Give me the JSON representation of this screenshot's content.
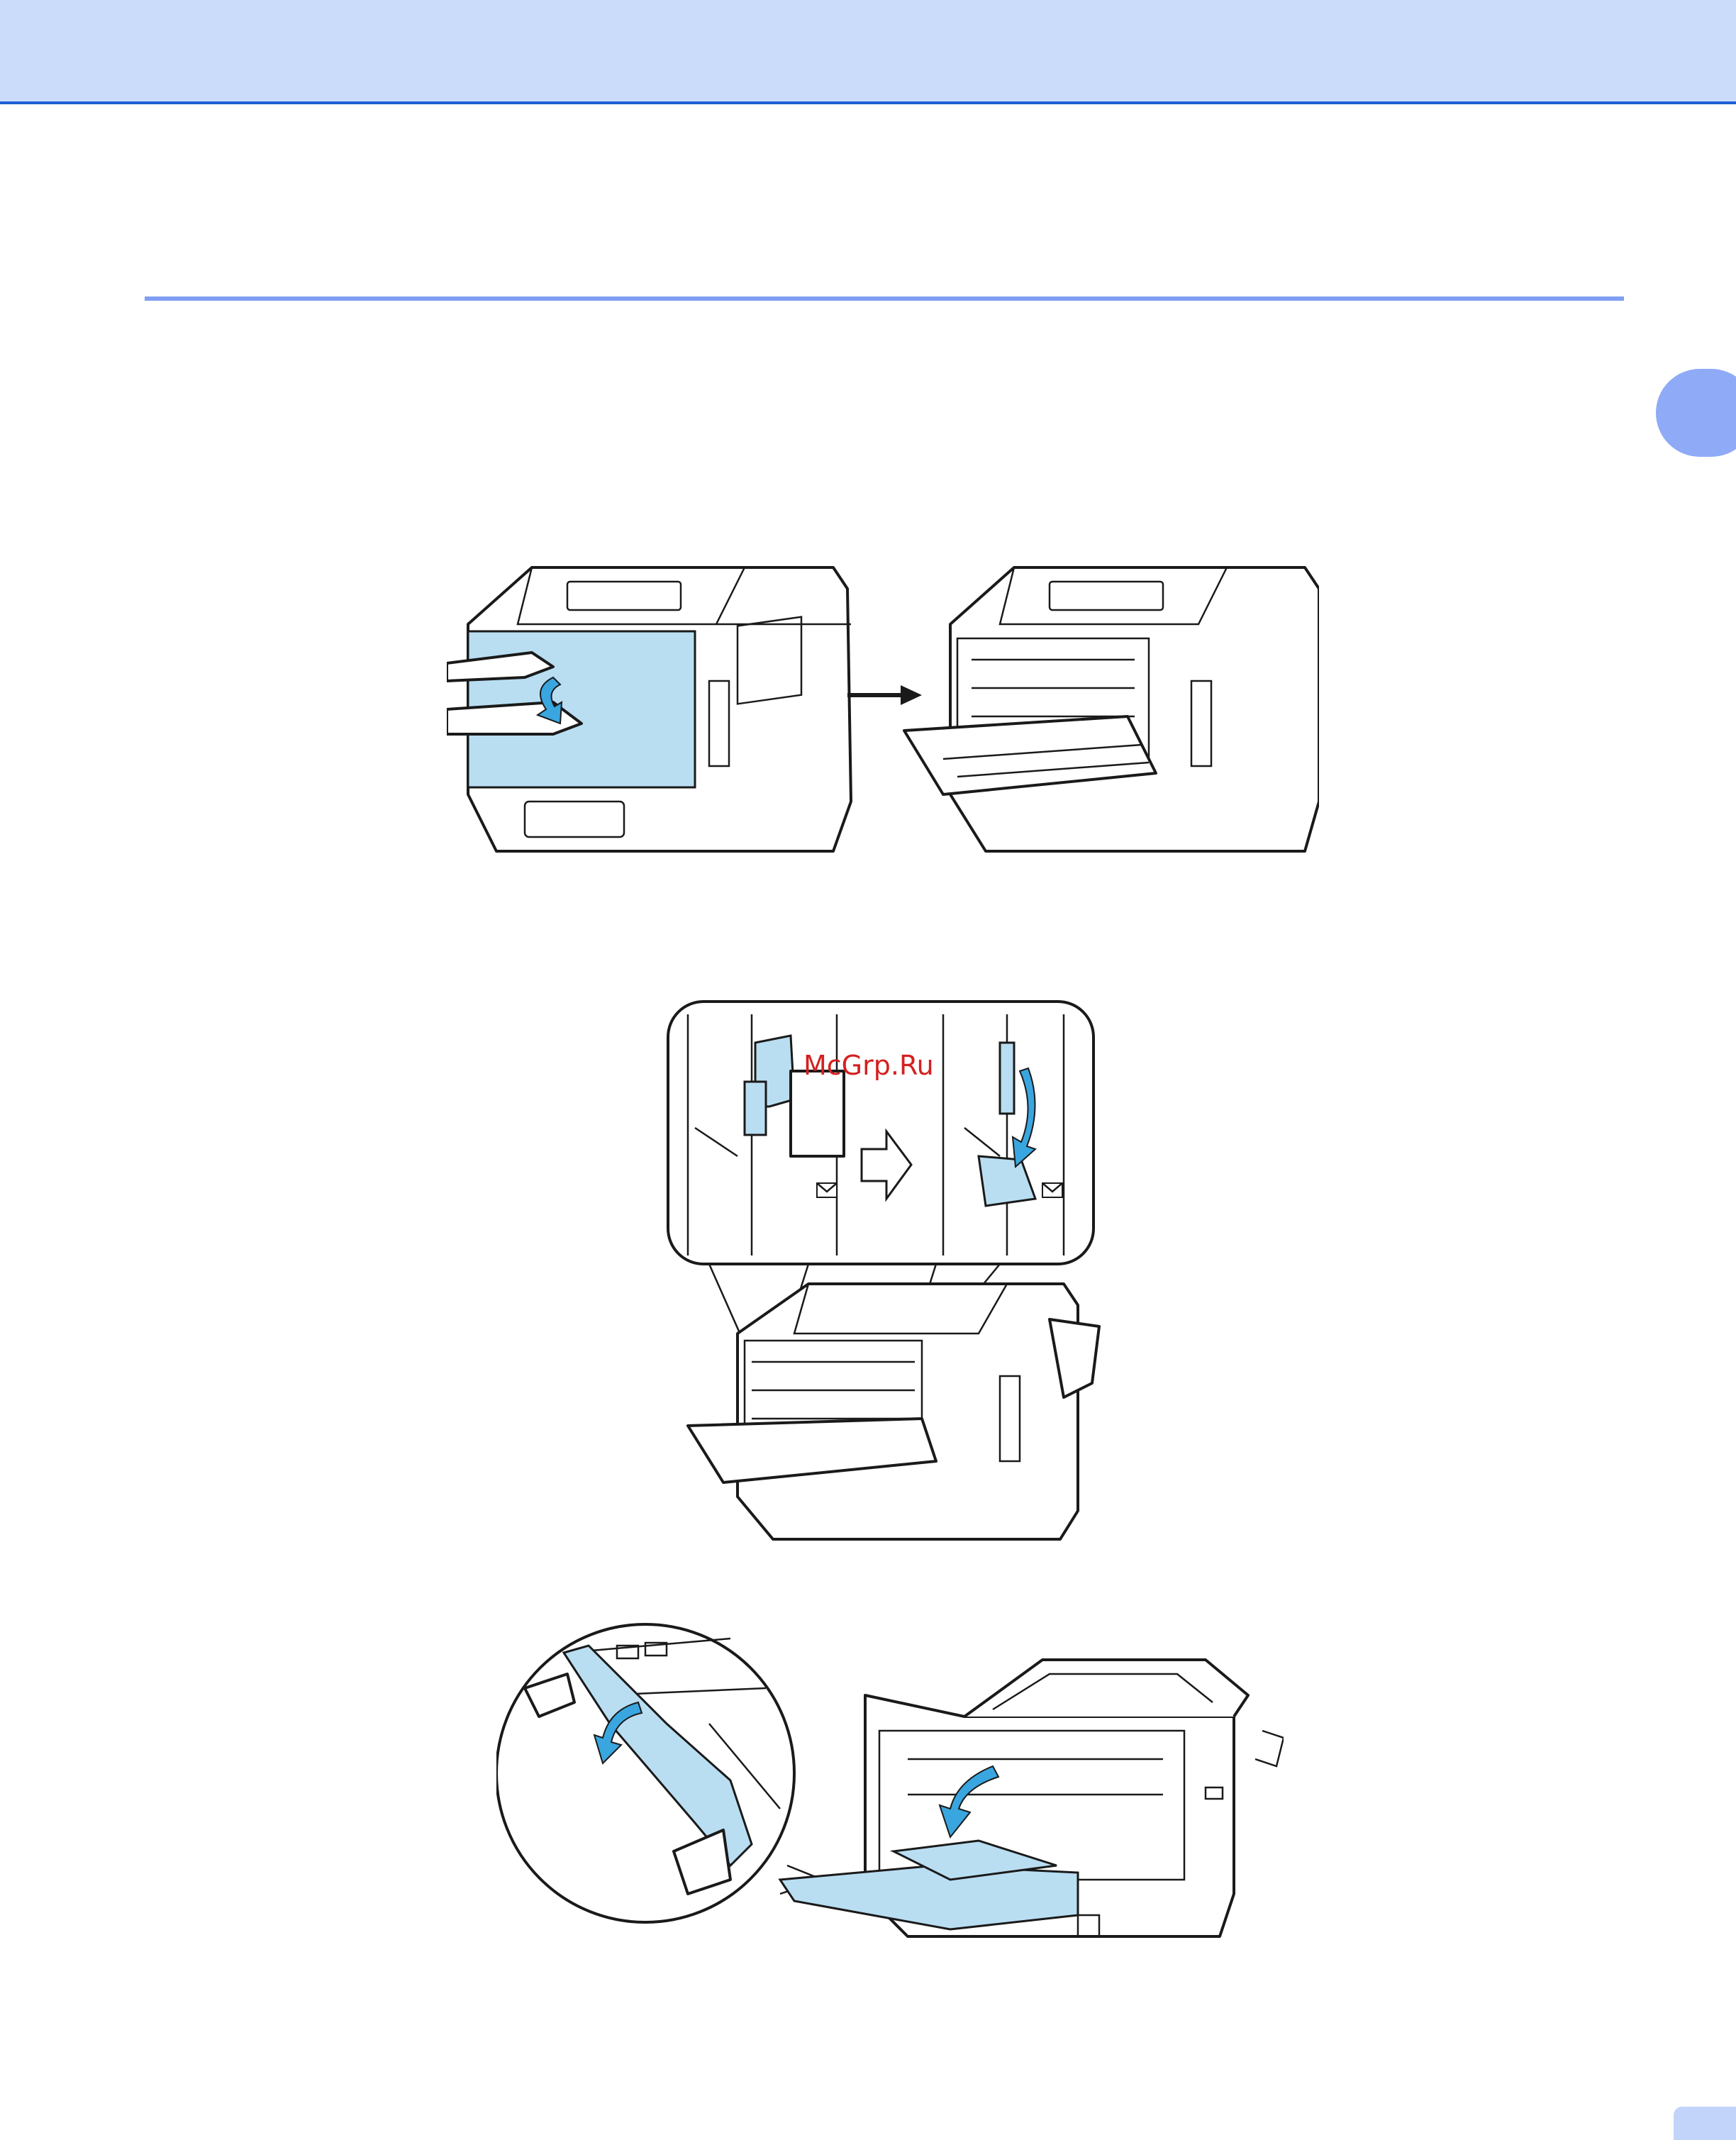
{
  "watermark": {
    "text": "McGrp.Ru"
  },
  "colors": {
    "header_band": "#cbdcfb",
    "header_rule": "#1f5fd4",
    "section_rule": "#7f9ff2",
    "chapter_tab": "#8faaf6",
    "illustration_blue": "#b9def2",
    "arrow_blue": "#3aa6e0"
  },
  "illustrations": [
    {
      "name": "open-back-cover",
      "icons": [
        "hand-icon",
        "curved-arrow-icon",
        "right-arrow-icon"
      ]
    },
    {
      "name": "pull-down-envelope-levers",
      "icons": [
        "lever-icon",
        "outline-arrow-icon",
        "envelope-icon"
      ]
    },
    {
      "name": "open-mp-tray",
      "icons": [
        "hand-icon",
        "curved-arrow-icon"
      ]
    }
  ]
}
